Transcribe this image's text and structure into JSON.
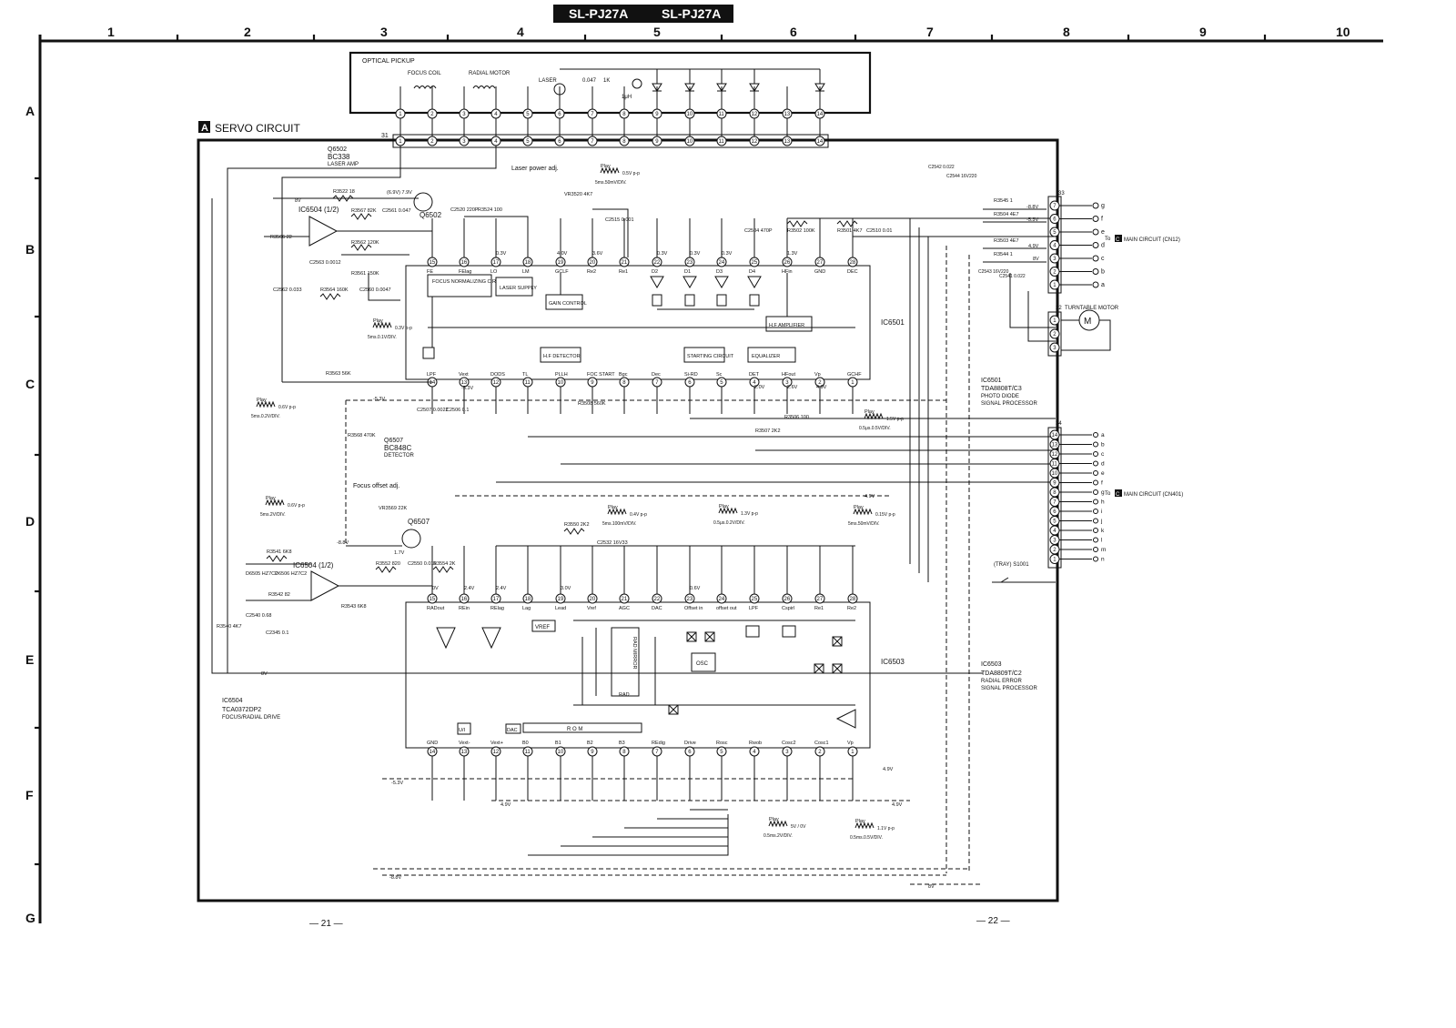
{
  "header": {
    "model_left": "SL-PJ27A",
    "model_right": "SL-PJ27A"
  },
  "grid": {
    "columns": [
      "1",
      "2",
      "3",
      "4",
      "5",
      "6",
      "7",
      "8",
      "9",
      "10"
    ],
    "rows": [
      "A",
      "B",
      "C",
      "D",
      "E",
      "F",
      "G"
    ]
  },
  "pickup": {
    "title": "OPTICAL PICKUP",
    "focus_coil": "FOCUS COIL",
    "radial_motor": "RADIAL MOTOR",
    "laser": "LASER",
    "c_047": "0.047",
    "r_1k": "1K",
    "l_1uh": "1μH",
    "pins": [
      "1",
      "2",
      "3",
      "4",
      "5",
      "6",
      "7",
      "8",
      "9",
      "10",
      "11",
      "12",
      "13",
      "14"
    ]
  },
  "servo": {
    "badge": "A",
    "title": "SERVO CIRCUIT",
    "connector_31": "31",
    "q6502": {
      "name": "Q6502",
      "part": "BC338",
      "desc": "LASER AMP"
    },
    "laser_power_adj": "Laser power adj.",
    "q6507": {
      "name": "Q6507",
      "part": "BC848C",
      "desc": "DETECTOR"
    },
    "focus_offset_adj": "Focus offset adj.",
    "ic6504_top": "IC6504 (1/2)",
    "ic6504_bot": "IC6504 (1/2)",
    "ic6501_label": "IC6501",
    "ic6503_label": "IC6503",
    "ic6501_blocks": {
      "focus_norm": "FOCUS NORMALIZING CIRCUIT",
      "laser_supply": "LASER SUPPLY",
      "gain_control": "GAIN CONTROL",
      "hf_amplifier": "H.F AMPLIFIER",
      "hf_detector": "H.F DETECTOR",
      "starting_circuit": "STARTING CIRCUIT",
      "equalizer": "EQUALIZER"
    },
    "ic6501_top_pins": [
      "FE",
      "FElag",
      "LO",
      "LM",
      "GCLF",
      "Re2",
      "Re1",
      "D2",
      "D1",
      "D3",
      "D4",
      "HFin",
      "GND",
      "DEC"
    ],
    "ic6501_bot_pins": [
      "LPF",
      "Vext",
      "DODS",
      "TL",
      "PLLH",
      "FOC START",
      "Bgc",
      "Dec",
      "Si-RD",
      "Sc",
      "DET",
      "HFout",
      "Vp",
      "GCHF"
    ],
    "ic6503_top_pins": [
      "RADout",
      "REin",
      "RElag",
      "Lag",
      "Lead",
      "Vref",
      "AGC",
      "DAC",
      "Offset in",
      "offset out",
      "LPF",
      "Cspirl",
      "Re1",
      "Re2"
    ],
    "ic6503_bot_pins": [
      "GND",
      "Vext-",
      "Vext+",
      "B0",
      "B1",
      "B2",
      "B3",
      "REdig",
      "Drive",
      "Rosc",
      "Rwob",
      "Cosc2",
      "Cosc1",
      "Vp"
    ],
    "ic6503_blocks": {
      "rad_mirror": "RAD MIRROR",
      "rad": "RAD",
      "osc": "OSC",
      "rom": "R O M",
      "vref": "VREF",
      "dac": "DAC",
      "ui": "U/I"
    },
    "voltages": {
      "v8": "8V",
      "v_8_8": "-8.8V",
      "v4_9": "4.9V",
      "v_5_3": "-5.3V",
      "v_16_9": "(6.9V) 7.9V",
      "v0_3": "0.3V",
      "v4_0": "4.0V",
      "v3_6": "3.6V",
      "v1_3": "1.3V",
      "v1_7": "1.7V",
      "v2_6": "2.6V",
      "v2_0": "2.0V",
      "v0v": "0V",
      "v2_4": "2.4V",
      "v3_0": "3.0V",
      "v0_6": "0.6V"
    },
    "waveforms": [
      {
        "label": "Play",
        "amp": "0.5V p-p",
        "scale": "5ms.50mV/DIV."
      },
      {
        "label": "Play",
        "amp": "0.3V p-p",
        "scale": "5ms.0.1V/DIV."
      },
      {
        "label": "Play",
        "amp": "0.6V p-p",
        "scale": "5ms.0.2V/DIV."
      },
      {
        "label": "Play",
        "amp": "1.5V p-p",
        "scale": "0.5μs.0.5V/DIV."
      },
      {
        "label": "Play",
        "amp": "0.6V p-p",
        "scale": "5ms.2V/DIV."
      },
      {
        "label": "Play",
        "amp": "0.4V p-p",
        "scale": "5ms.100mV/DIV."
      },
      {
        "label": "Play",
        "amp": "1.3V p-p",
        "scale": "0.5μs.0.2V/DIV."
      },
      {
        "label": "Play",
        "amp": "0.15V p-p",
        "scale": "5ms.50mV/DIV."
      },
      {
        "label": "Play",
        "amp": "5V / 0V",
        "scale": "0.5ms.2V/DIV."
      },
      {
        "label": "Play",
        "amp": "1.1V p-p",
        "scale": "0.5ms.0.5V/DIV."
      }
    ],
    "components": {
      "r3522": "R3522 18",
      "r3566": "R3566 22",
      "r3567": "R3567 82K",
      "c2561": "C2561 0.047",
      "c2520": "C2520 220P",
      "r3524": "R3524 100",
      "c2563": "C2563 0.0012",
      "r3562": "R3562 120K",
      "r3561": "R3561 150K",
      "c2562": "C2562 0.033",
      "r3564": "R3564 160K",
      "c2560": "C2560 0.0047",
      "r3563": "R3563 56K",
      "c2515": "C2515 0.001",
      "vr3520": "VR3520 4K7",
      "r3502": "R3502 100K",
      "r3501": "R3501 4K7",
      "c2504": "C2504 470P",
      "c2510": "C2510 0.01",
      "c2507": "C2507 0.0022",
      "c2506": "C2506 0.1",
      "r3508": "R3508 560K",
      "r3507": "R3507 2K2",
      "r3506": "R3506 100",
      "r3541": "R3541 6K8",
      "r3552": "R3552 820",
      "c2550": "C2550 0.015",
      "r3554": "R3554 2K",
      "r3550": "R3550 2K2",
      "c2532": "C2532 16V33",
      "vr3569": "VR3569 22K",
      "r3540": "R3540 4K7",
      "c2540": "C2540 0.68",
      "c2345": "C2345 0.1",
      "r3542": "R3542 82",
      "r3543": "R3543 6K8",
      "d6505": "D6505 HZ7C2",
      "d6506": "D6506 HZ7C2",
      "r3568": "R3568 470K"
    }
  },
  "connector33": {
    "num": "33",
    "pins": [
      "7",
      "6",
      "5",
      "4",
      "3",
      "2",
      "1"
    ],
    "letters": [
      "g",
      "f",
      "e",
      "d",
      "c",
      "b",
      "a"
    ],
    "r3545": "R3545 1",
    "r3504": "R3504 4E7",
    "r3503": "R3503 4E7",
    "r3544": "R3544 1",
    "v_8_8": "-8.8V",
    "v_5_3": "-5.3V",
    "v4_9": "4.9V",
    "v8": "8V",
    "c2542": "C2542 0.022",
    "c2544": "C2544 16V220",
    "c2543": "C2543 16V220",
    "c2541": "C2541 0.022",
    "to_label": "To",
    "badge": "C",
    "main": "MAIN CIRCUIT (CN12)"
  },
  "motor": {
    "num": "32",
    "title": "TURNTABLE MOTOR",
    "pins": [
      "1",
      "2",
      "3"
    ]
  },
  "connector34": {
    "num": "34",
    "pins": [
      "14",
      "13",
      "12",
      "11",
      "10",
      "9",
      "8",
      "7",
      "6",
      "5",
      "4",
      "3",
      "2",
      "1"
    ],
    "letters": [
      "a",
      "b",
      "c",
      "d",
      "e",
      "f",
      "g",
      "h",
      "i",
      "j",
      "k",
      "l",
      "m",
      "n"
    ],
    "to_label": "To",
    "badge": "C",
    "main": "MAIN CIRCUIT (CN401)",
    "switch": "(TRAY) S1001"
  },
  "ic_desc": {
    "ic6501": [
      "IC6501",
      "TDA8808T/C3",
      "PHOTO DIODE",
      "SIGNAL PROCESSOR"
    ],
    "ic6503": [
      "IC6503",
      "TDA8809T/C2",
      "RADIAL ERROR",
      "SIGNAL PROCESSOR"
    ],
    "ic6504": [
      "IC6504",
      "TCA0372DP2",
      "FOCUS/RADIAL DRIVE"
    ]
  },
  "pages": {
    "left": "— 21 —",
    "right": "— 22 —"
  }
}
